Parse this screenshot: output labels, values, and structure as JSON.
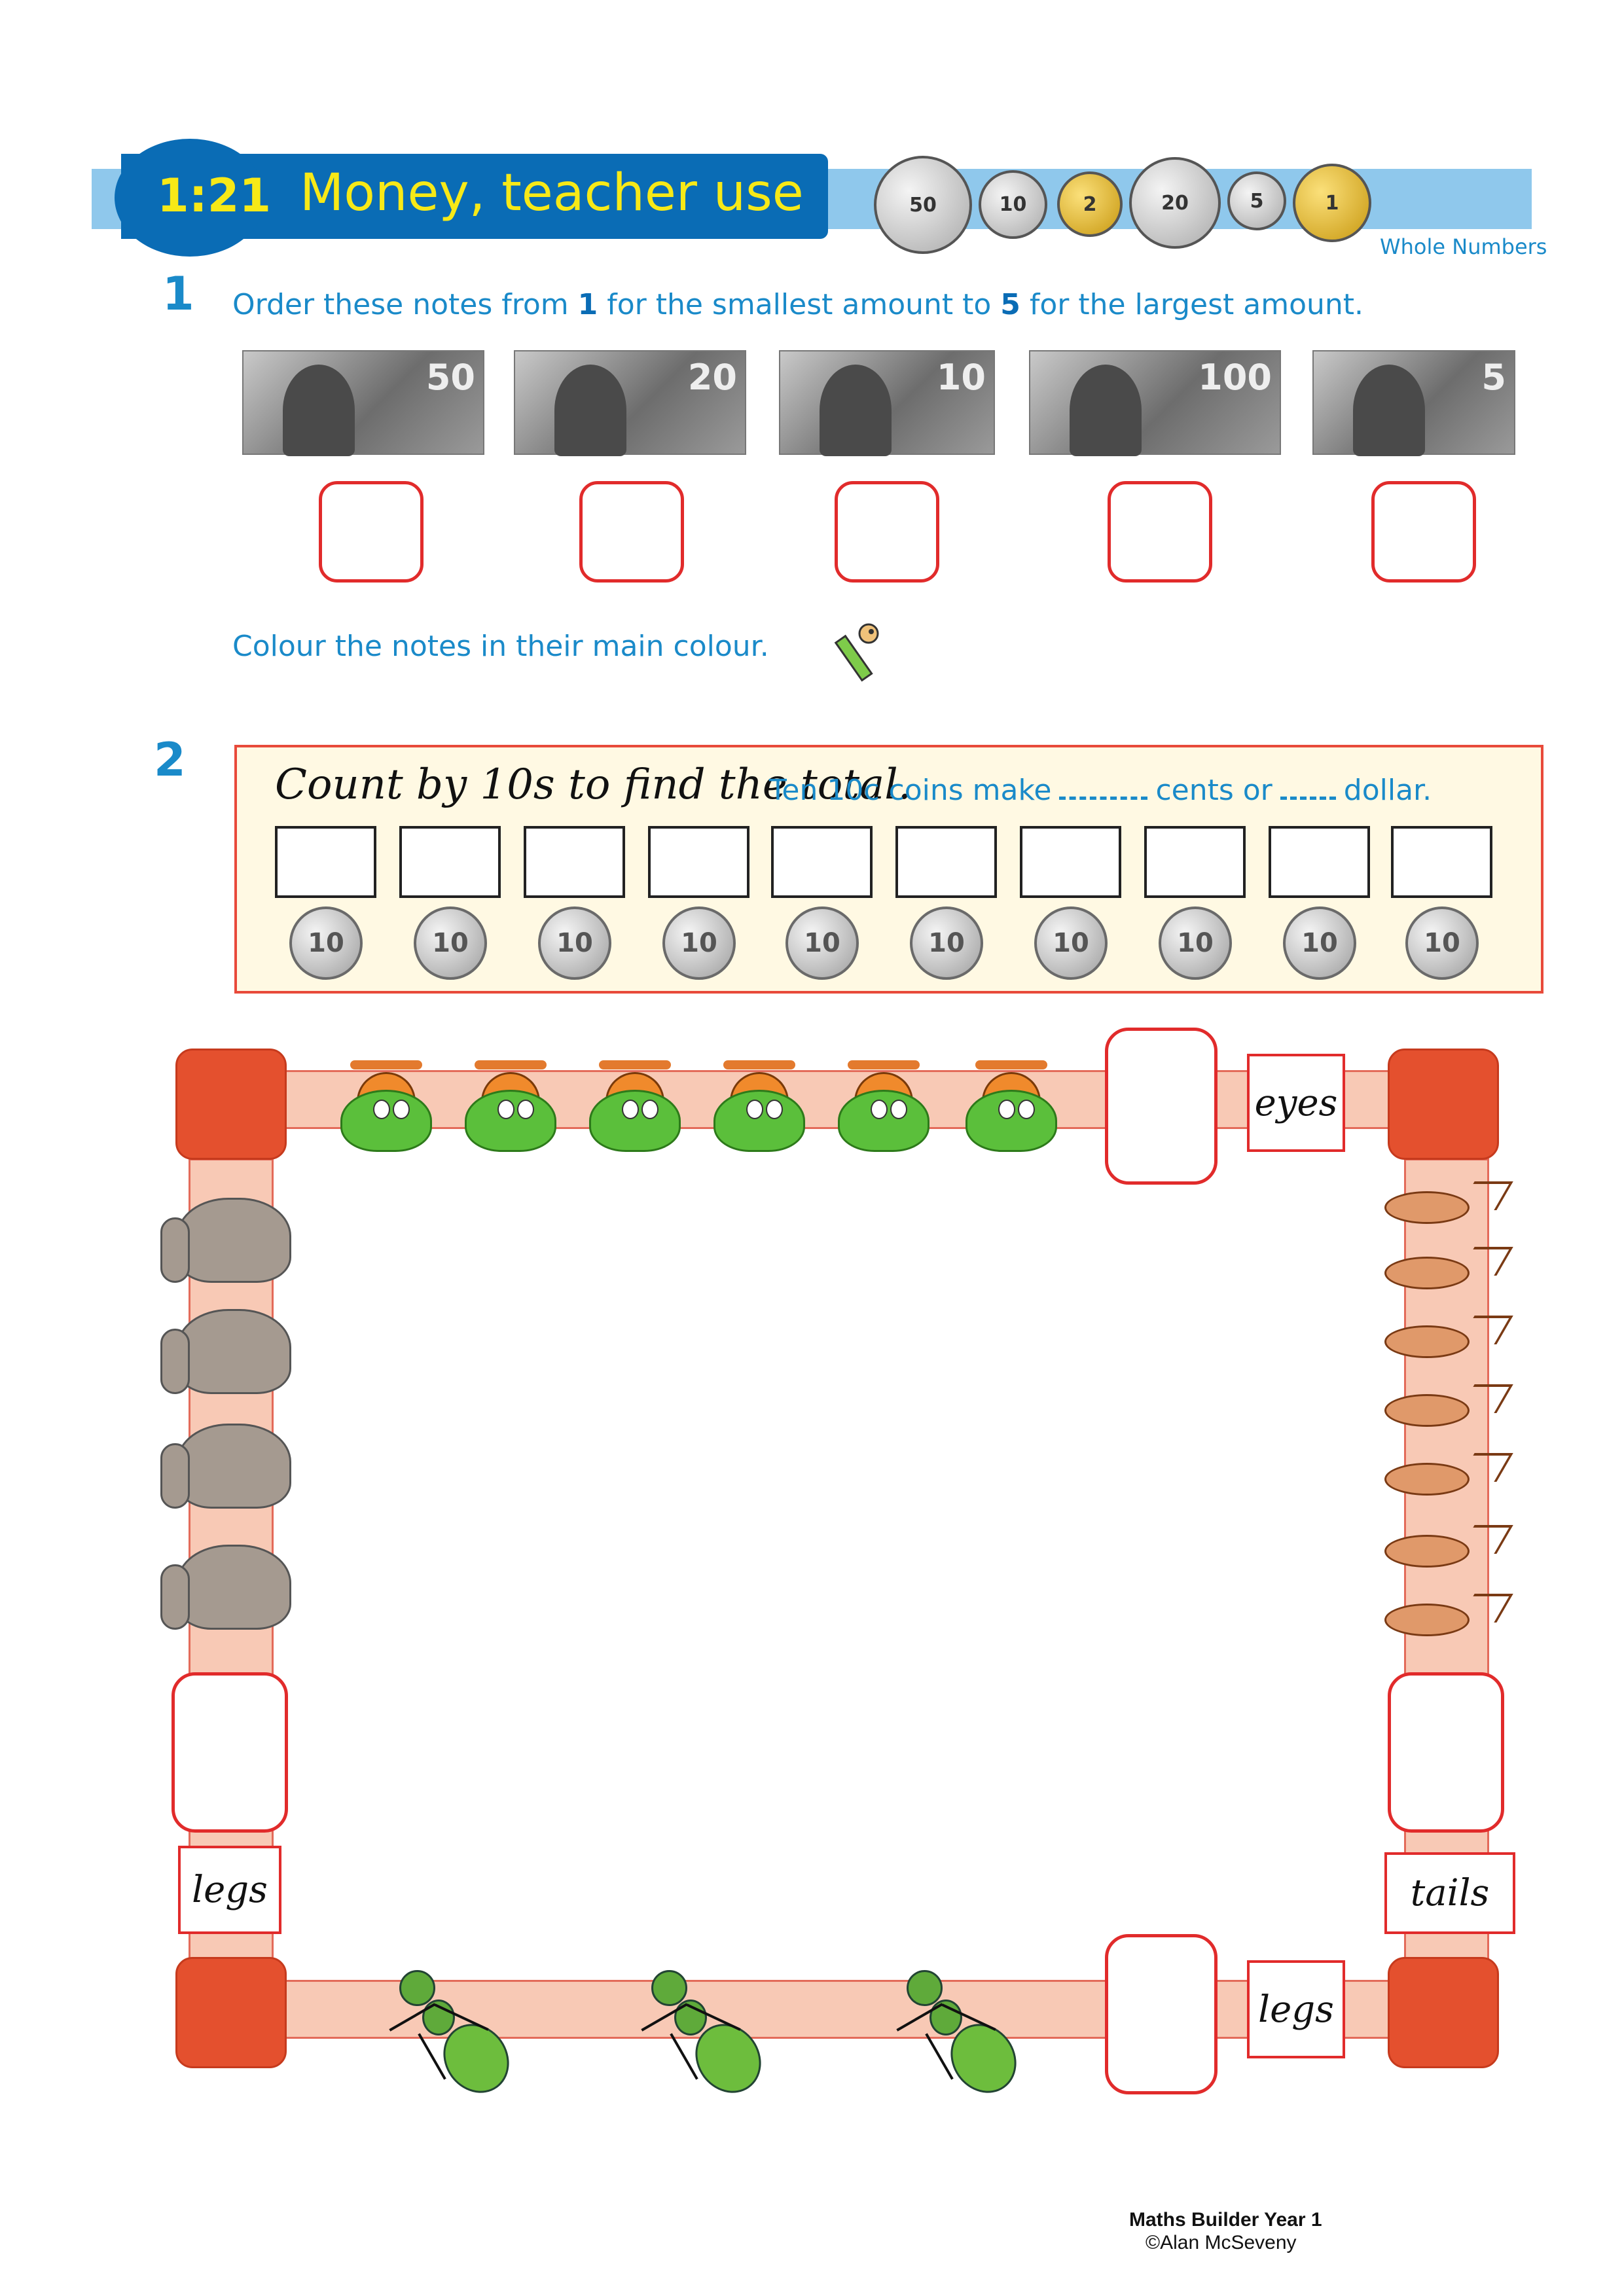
{
  "header": {
    "number": "1:21",
    "title": "Money, teacher use",
    "section": "Whole Numbers",
    "coins": [
      {
        "label": "50",
        "metal": "silver"
      },
      {
        "label": "10",
        "metal": "silver"
      },
      {
        "label": "2",
        "metal": "gold"
      },
      {
        "label": "20",
        "metal": "silver"
      },
      {
        "label": "5",
        "metal": "silver"
      },
      {
        "label": "1",
        "metal": "gold"
      }
    ]
  },
  "q1": {
    "number": "1",
    "instruction_pre": "Order these notes from ",
    "bold1": "1",
    "instruction_mid": " for the smallest amount to ",
    "bold2": "5",
    "instruction_post": " for the largest amount.",
    "notes": [
      "50",
      "20",
      "10",
      "100",
      "5"
    ],
    "colour_instruction": "Colour the notes in their main colour."
  },
  "q2": {
    "number": "2",
    "handwritten": "Count by 10s to find the total.",
    "sentence_a": "Ten 10c coins make",
    "sentence_b": "cents or",
    "sentence_c": "dollar.",
    "coin_label": "10",
    "coins": [
      "10",
      "10",
      "10",
      "10",
      "10",
      "10",
      "10",
      "10",
      "10",
      "10"
    ]
  },
  "board": {
    "labels": {
      "top": "eyes",
      "left": "legs",
      "right": "tails",
      "bottom": "legs"
    },
    "animals": {
      "crocodiles": 6,
      "elephants": 4,
      "mice": 7,
      "ants": 3
    }
  },
  "footer": {
    "book": "Maths Builder Year 1",
    "author": "©Alan McSeveny"
  }
}
